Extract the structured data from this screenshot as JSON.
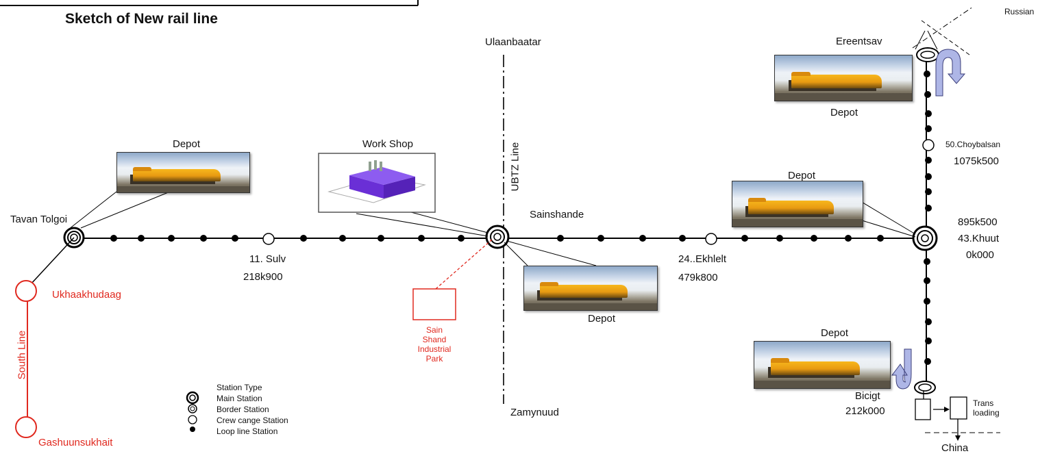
{
  "title": "Sketch of New rail line",
  "lines": {
    "ubtz": "UBTZ Line",
    "south": "South Line"
  },
  "stations": {
    "tavan_tolgoi": "Tavan Tolgoi",
    "sulv": "11. Sulv",
    "sulv_km": "218k900",
    "sainshande": "Sainshande",
    "ekhlelt": "24..Ekhlelt",
    "ekhlelt_km": "479k800",
    "khuut_km": "895k500",
    "khuut": "43.Khuut",
    "khuut_zero": "0k000",
    "choybalsan": "50.Choybalsan",
    "choybalsan_km": "1075k500",
    "ereentsav": "Ereentsav",
    "bicigt": "Bicigt",
    "bicigt_km": "212k000",
    "ukhaakhudaag": "Ukhaakhudaag",
    "gashuunsukhait": "Gashuunsukhait",
    "ulaanbaatar": "Ulaanbaatar",
    "zamynuud": "Zamynuud",
    "russian": "Russian",
    "china": "China"
  },
  "facilities": {
    "depot": "Depot",
    "work_shop": "Work Shop",
    "industrial_park": [
      "Sain",
      "Shand",
      "Industrial",
      "Park"
    ],
    "trans_loading": [
      "Trans",
      "loading"
    ]
  },
  "legend": {
    "title": "Station Type",
    "items": [
      "Main Station",
      "Border Station",
      "Crew cange Station",
      "Loop line Station"
    ]
  },
  "colors": {
    "south_line": "#e0281e",
    "arrow": "#aeb6e6",
    "building": "#6a2fd6"
  }
}
